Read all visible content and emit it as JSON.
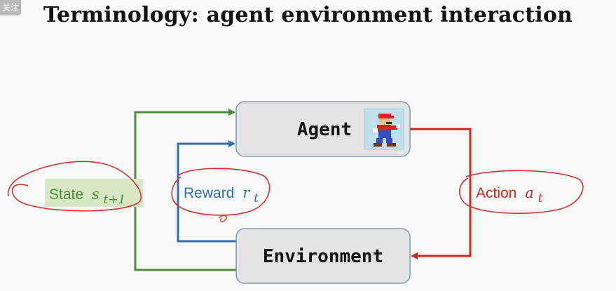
{
  "title": "Terminology: agent environment interaction",
  "badge": "关注",
  "nodes": {
    "agent": {
      "label": "Agent",
      "icon": "mario-icon"
    },
    "environment": {
      "label": "Environment"
    }
  },
  "edges": {
    "state": {
      "label": "State",
      "var": "s",
      "sub": "t+1",
      "color": "#4e8a3c"
    },
    "reward": {
      "label": "Reward",
      "var": "r",
      "sub": "t",
      "color": "#2f6fb0"
    },
    "action": {
      "label": "Action",
      "var": "a",
      "sub": "t",
      "color": "#d2281c"
    }
  },
  "colors": {
    "box_fill": "#e4e4e4",
    "box_stroke": "#8898b0",
    "state_bg": "#d6e9c4",
    "annotation": "#d63232"
  }
}
